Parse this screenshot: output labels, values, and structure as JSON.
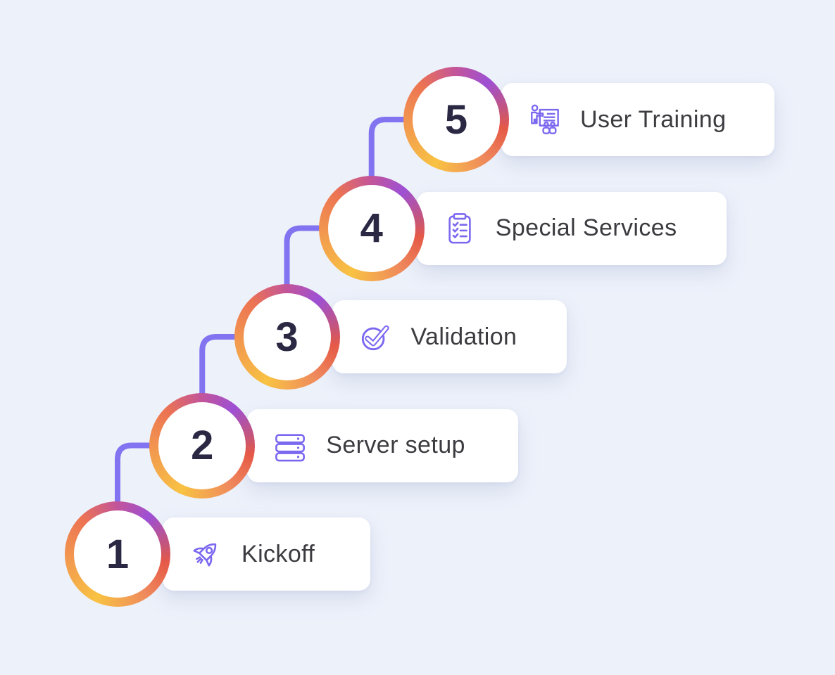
{
  "steps": [
    {
      "number": "1",
      "label": "Kickoff",
      "icon": "rocket-icon"
    },
    {
      "number": "2",
      "label": "Server setup",
      "icon": "server-stack-icon"
    },
    {
      "number": "3",
      "label": "Validation",
      "icon": "check-circle-icon"
    },
    {
      "number": "4",
      "label": "Special Services",
      "icon": "clipboard-checklist-icon"
    },
    {
      "number": "5",
      "label": "User Training",
      "icon": "presentation-trainer-icon"
    }
  ],
  "colors": {
    "background": "#edf1fa",
    "card_background": "#ffffff",
    "connector": "#8273f0",
    "icon_accent": "#7b68f0",
    "number_text": "#2b2844",
    "label_text": "#3c3b40",
    "ring_gradient": [
      "#c2549b",
      "#9d50d4",
      "#c65577",
      "#e55947",
      "#ef8a5c",
      "#f8c243",
      "#f2984f",
      "#ec7352"
    ]
  }
}
